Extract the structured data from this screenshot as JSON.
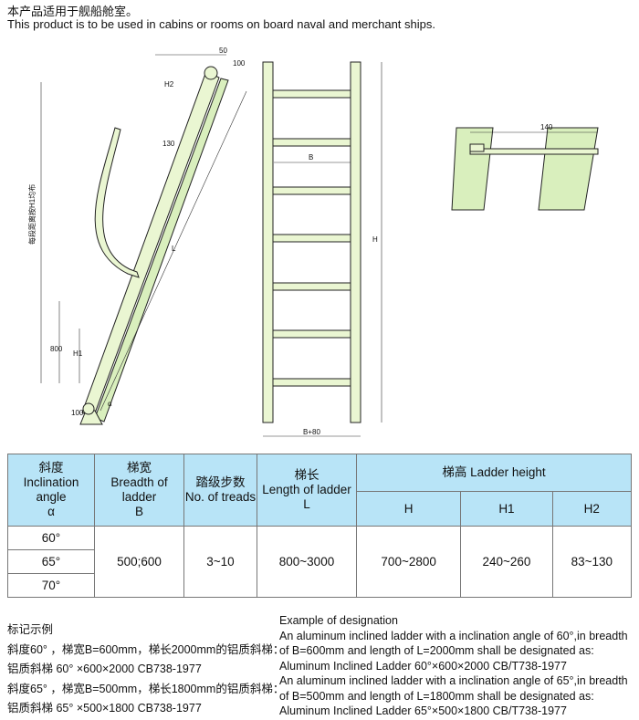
{
  "intro": {
    "cn": "本产品适用于舰船舱室。",
    "en": "This product is to be used in cabins or rooms on board naval and merchant ships."
  },
  "drawing": {
    "labels": {
      "spacing_note": "每段距离按H1均布",
      "d800": "800",
      "h1": "H1",
      "d100": "100",
      "h2": "H2",
      "d50": "50",
      "d100b": "100",
      "l": "L",
      "d130": "130",
      "alpha": "α",
      "b": "B",
      "h": "H",
      "b80": "B+80",
      "d140": "140"
    },
    "colors": {
      "fill": "#eaf6d2",
      "stroke": "#222"
    }
  },
  "table": {
    "headers": {
      "angle_cn": "斜度",
      "angle_en": "Inclination angle",
      "angle_sym": "α",
      "breadth_cn": "梯宽",
      "breadth_en": "Breadth of ladder",
      "breadth_sym": "B",
      "treads_cn": "踏级步数",
      "treads_en": "No. of treads",
      "length_cn": "梯长",
      "length_en": "Length of ladder",
      "length_sym": "L",
      "height": "梯高  Ladder height",
      "h": "H",
      "h1": "H1",
      "h2": "H2"
    },
    "angles": [
      "60°",
      "65°",
      "70°"
    ],
    "breadth": "500;600",
    "treads": "3~10",
    "length": "800~3000",
    "h": "700~2800",
    "h1": "240~260",
    "h2": "83~130",
    "header_color": "#b8e4f7"
  },
  "example_cn": {
    "title": "标记示例",
    "l1": "斜度60° ，梯宽B=600mm，梯长2000mm的铝质斜梯：",
    "l2": "铝质斜梯  60° ×600×2000    CB738-1977",
    "l3": "斜度65° ，梯宽B=500mm，梯长1800mm的铝质斜梯：",
    "l4": "铝质斜梯  65° ×500×1800    CB738-1977"
  },
  "example_en": {
    "title": "Example of designation",
    "l1": "An aluminum inclined ladder with a inclination angle of 60°,in breadth",
    "l2": "of B=600mm and length of L=2000mm shall be designated as:",
    "l3": "Aluminum Inclined Ladder 60°×600×2000 CB/T738-1977",
    "l4": "An aluminum inclined ladder with a inclination angle of 65°,in breadth",
    "l5": "of B=500mm and length of L=1800mm shall be designated as:",
    "l6": "Aluminum Inclined Ladder 65°×500×1800 CB/T738-1977"
  }
}
